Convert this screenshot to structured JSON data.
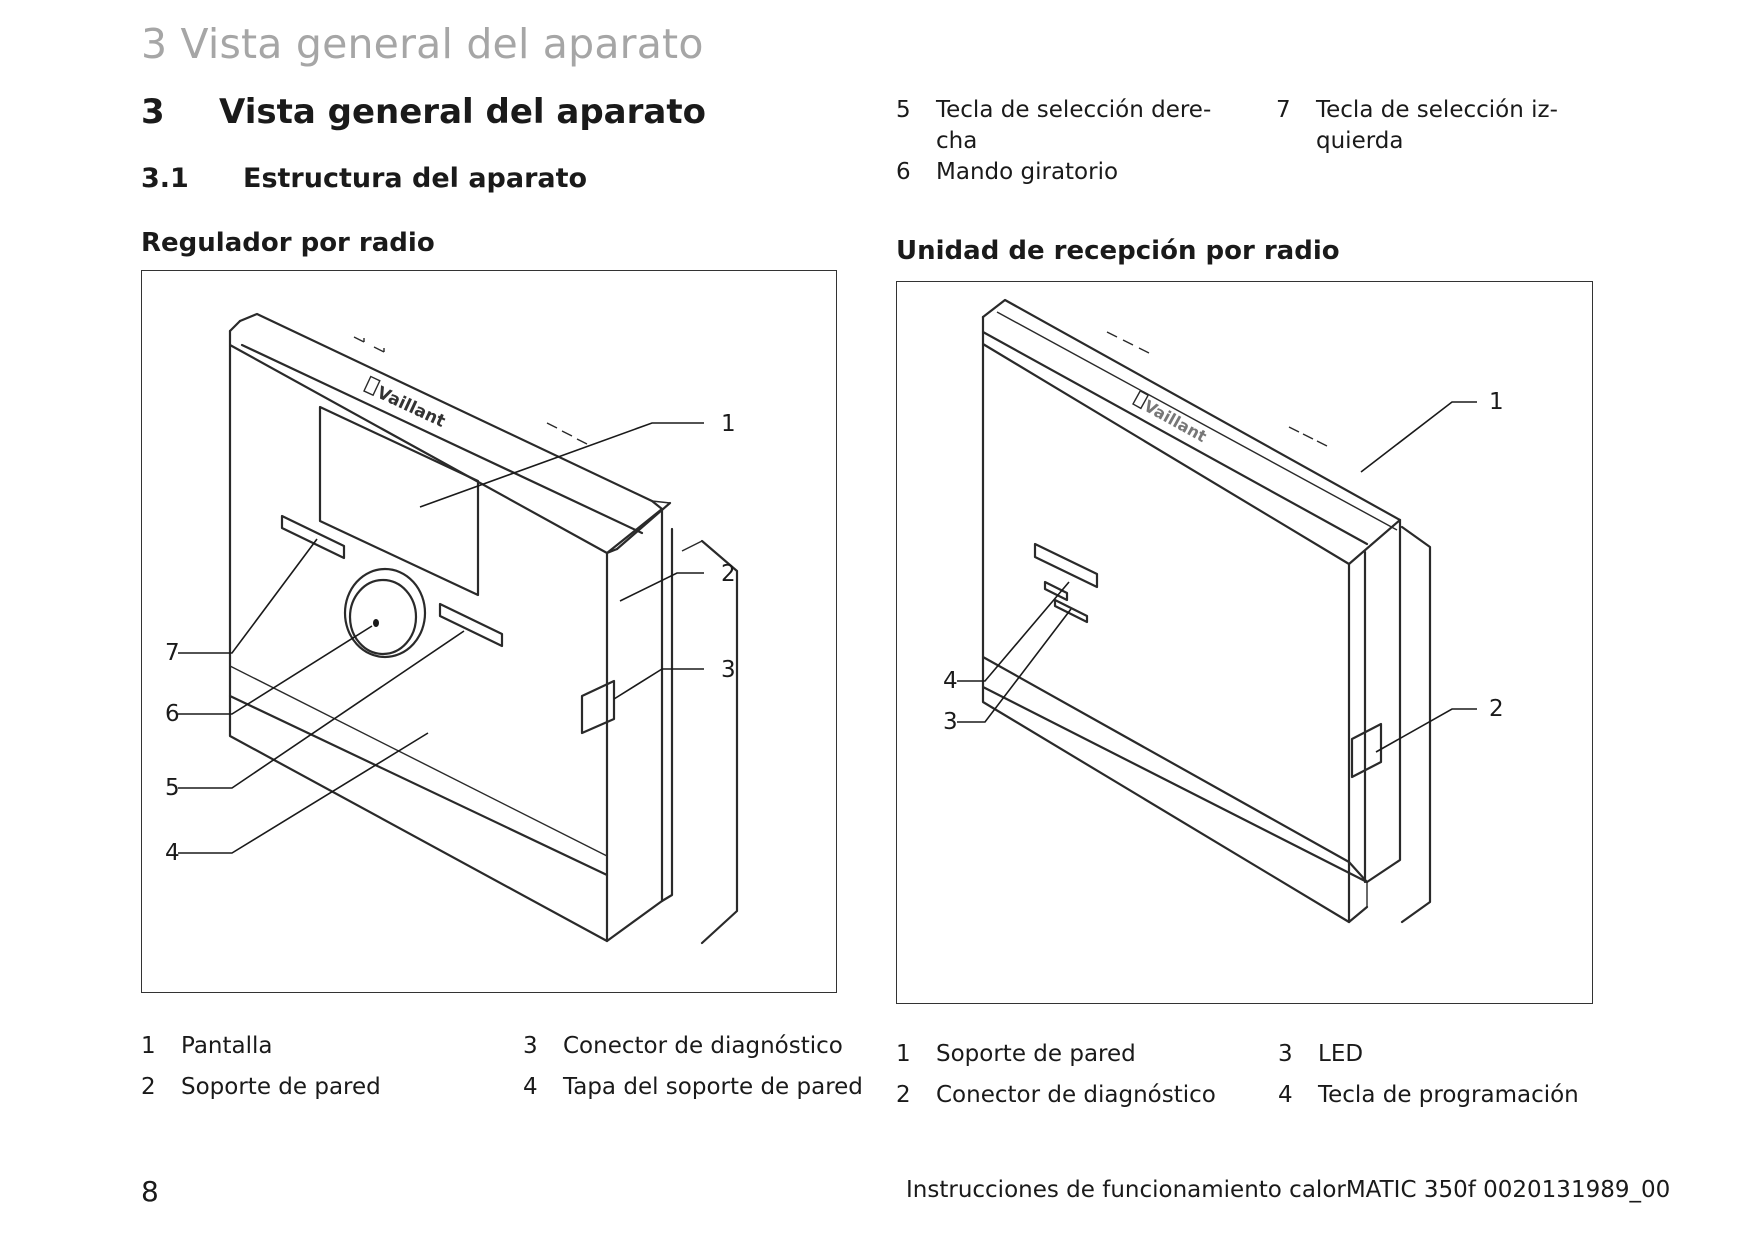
{
  "running_head": "3 Vista general del aparato",
  "chapter": {
    "number": "3",
    "title": "Vista general del aparato"
  },
  "section": {
    "number": "3.1",
    "title": "Estructura del aparato"
  },
  "figure_left": {
    "heading": "Regulador por radio",
    "logo_text": "Vaillant",
    "callouts": [
      "1",
      "2",
      "3",
      "7",
      "6",
      "5",
      "4"
    ],
    "legend": [
      {
        "num": "1",
        "text": "Pantalla"
      },
      {
        "num": "2",
        "text": "Soporte de pared"
      },
      {
        "num": "3",
        "text": "Conector de diagnóstico"
      },
      {
        "num": "4",
        "text": "Tapa del soporte de pared"
      }
    ]
  },
  "legend_right_top": [
    {
      "num": "5",
      "text_l1": "Tecla de selección dere-",
      "text_l2": "cha"
    },
    {
      "num": "6",
      "text_l1": "Mando giratorio",
      "text_l2": ""
    },
    {
      "num": "7",
      "text_l1": "Tecla de selección iz-",
      "text_l2": "quierda"
    }
  ],
  "figure_right": {
    "heading": "Unidad de recepción por radio",
    "logo_text": "Vaillant",
    "callouts": [
      "1",
      "2",
      "4",
      "3"
    ],
    "legend": [
      {
        "num": "1",
        "text": "Soporte de pared"
      },
      {
        "num": "2",
        "text": "Conector de diagnóstico"
      },
      {
        "num": "3",
        "text": "LED"
      },
      {
        "num": "4",
        "text": "Tecla de programación"
      }
    ]
  },
  "page_number": "8",
  "footer_text": "Instrucciones de funcionamiento calorMATIC 350f 0020131989_00"
}
